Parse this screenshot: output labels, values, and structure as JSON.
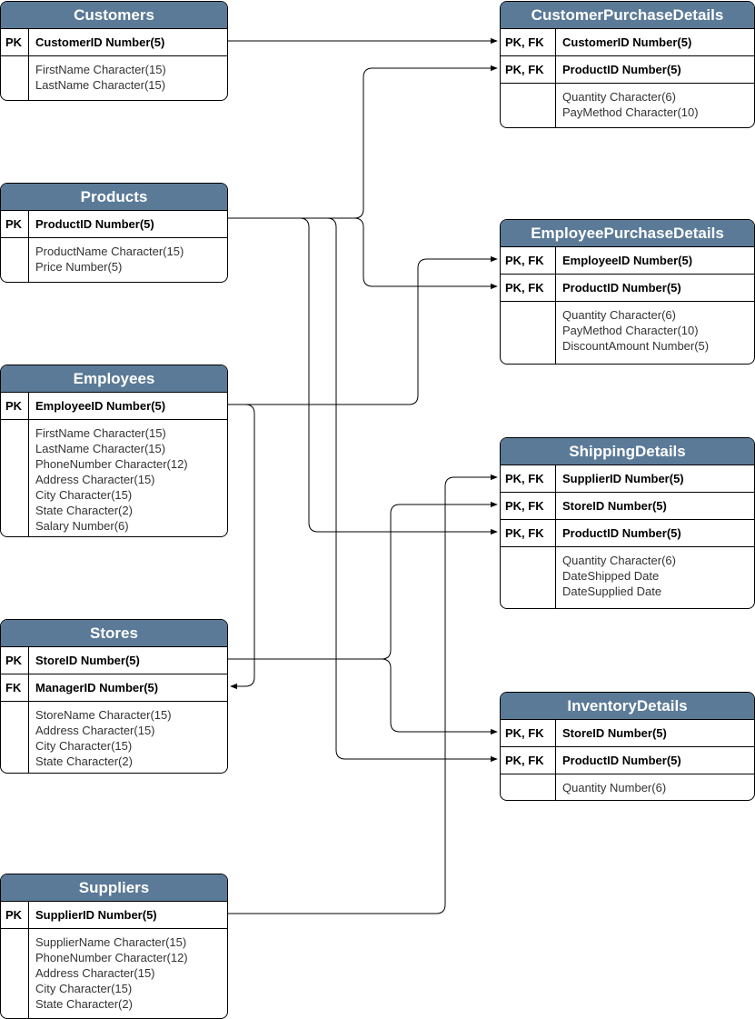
{
  "entities": {
    "customers": {
      "title": "Customers",
      "keys": [
        {
          "type": "PK",
          "field": "CustomerID Number(5)"
        }
      ],
      "attributes": [
        "FirstName Character(15)",
        "LastName Character(15)"
      ]
    },
    "products": {
      "title": "Products",
      "keys": [
        {
          "type": "PK",
          "field": "ProductID Number(5)"
        }
      ],
      "attributes": [
        "ProductName Character(15)",
        "Price Number(5)"
      ]
    },
    "employees": {
      "title": "Employees",
      "keys": [
        {
          "type": "PK",
          "field": "EmployeeID Number(5)"
        }
      ],
      "attributes": [
        "FirstName Character(15)",
        "LastName Character(15)",
        "PhoneNumber Character(12)",
        "Address Character(15)",
        "City Character(15)",
        "State Character(2)",
        "Salary Number(6)"
      ]
    },
    "stores": {
      "title": "Stores",
      "keys": [
        {
          "type": "PK",
          "field": "StoreID Number(5)"
        },
        {
          "type": "FK",
          "field": "ManagerID Number(5)"
        }
      ],
      "attributes": [
        "StoreName Character(15)",
        "Address Character(15)",
        "City Character(15)",
        "State Character(2)"
      ]
    },
    "suppliers": {
      "title": "Suppliers",
      "keys": [
        {
          "type": "PK",
          "field": "SupplierID Number(5)"
        }
      ],
      "attributes": [
        "SupplierName Character(15)",
        "PhoneNumber Character(12)",
        "Address Character(15)",
        "City Character(15)",
        "State Character(2)"
      ]
    },
    "customer_purchase_details": {
      "title": "CustomerPurchaseDetails",
      "keys": [
        {
          "type": "PK, FK",
          "field": "CustomerID Number(5)"
        },
        {
          "type": "PK, FK",
          "field": "ProductID Number(5)"
        }
      ],
      "attributes": [
        "Quantity Character(6)",
        "PayMethod Character(10)"
      ]
    },
    "employee_purchase_details": {
      "title": "EmployeePurchaseDetails",
      "keys": [
        {
          "type": "PK, FK",
          "field": "EmployeeID Number(5)"
        },
        {
          "type": "PK, FK",
          "field": "ProductID Number(5)"
        }
      ],
      "attributes": [
        "Quantity Character(6)",
        "PayMethod Character(10)",
        "DiscountAmount Number(5)"
      ]
    },
    "shipping_details": {
      "title": "ShippingDetails",
      "keys": [
        {
          "type": "PK, FK",
          "field": "SupplierID Number(5)"
        },
        {
          "type": "PK, FK",
          "field": "StoreID Number(5)"
        },
        {
          "type": "PK, FK",
          "field": "ProductID Number(5)"
        }
      ],
      "attributes": [
        "Quantity Character(6)",
        "DateShipped Date",
        "DateSupplied Date"
      ]
    },
    "inventory_details": {
      "title": "InventoryDetails",
      "keys": [
        {
          "type": "PK, FK",
          "field": "StoreID Number(5)"
        },
        {
          "type": "PK, FK",
          "field": "ProductID Number(5)"
        }
      ],
      "attributes": [
        "Quantity Number(6)"
      ]
    }
  },
  "colors": {
    "header_fill": "#5b7a97",
    "header_text": "#ffffff",
    "border": "#000000",
    "attribute_text": "#333333"
  },
  "relationships": [
    {
      "from": "Customers.CustomerID",
      "to": "CustomerPurchaseDetails.CustomerID"
    },
    {
      "from": "Products.ProductID",
      "to": "CustomerPurchaseDetails.ProductID"
    },
    {
      "from": "Products.ProductID",
      "to": "EmployeePurchaseDetails.ProductID"
    },
    {
      "from": "Products.ProductID",
      "to": "ShippingDetails.ProductID"
    },
    {
      "from": "Products.ProductID",
      "to": "InventoryDetails.ProductID"
    },
    {
      "from": "Employees.EmployeeID",
      "to": "EmployeePurchaseDetails.EmployeeID"
    },
    {
      "from": "Employees.EmployeeID",
      "to": "Stores.ManagerID"
    },
    {
      "from": "Stores.StoreID",
      "to": "ShippingDetails.StoreID"
    },
    {
      "from": "Stores.StoreID",
      "to": "InventoryDetails.StoreID"
    },
    {
      "from": "Suppliers.SupplierID",
      "to": "ShippingDetails.SupplierID"
    }
  ]
}
